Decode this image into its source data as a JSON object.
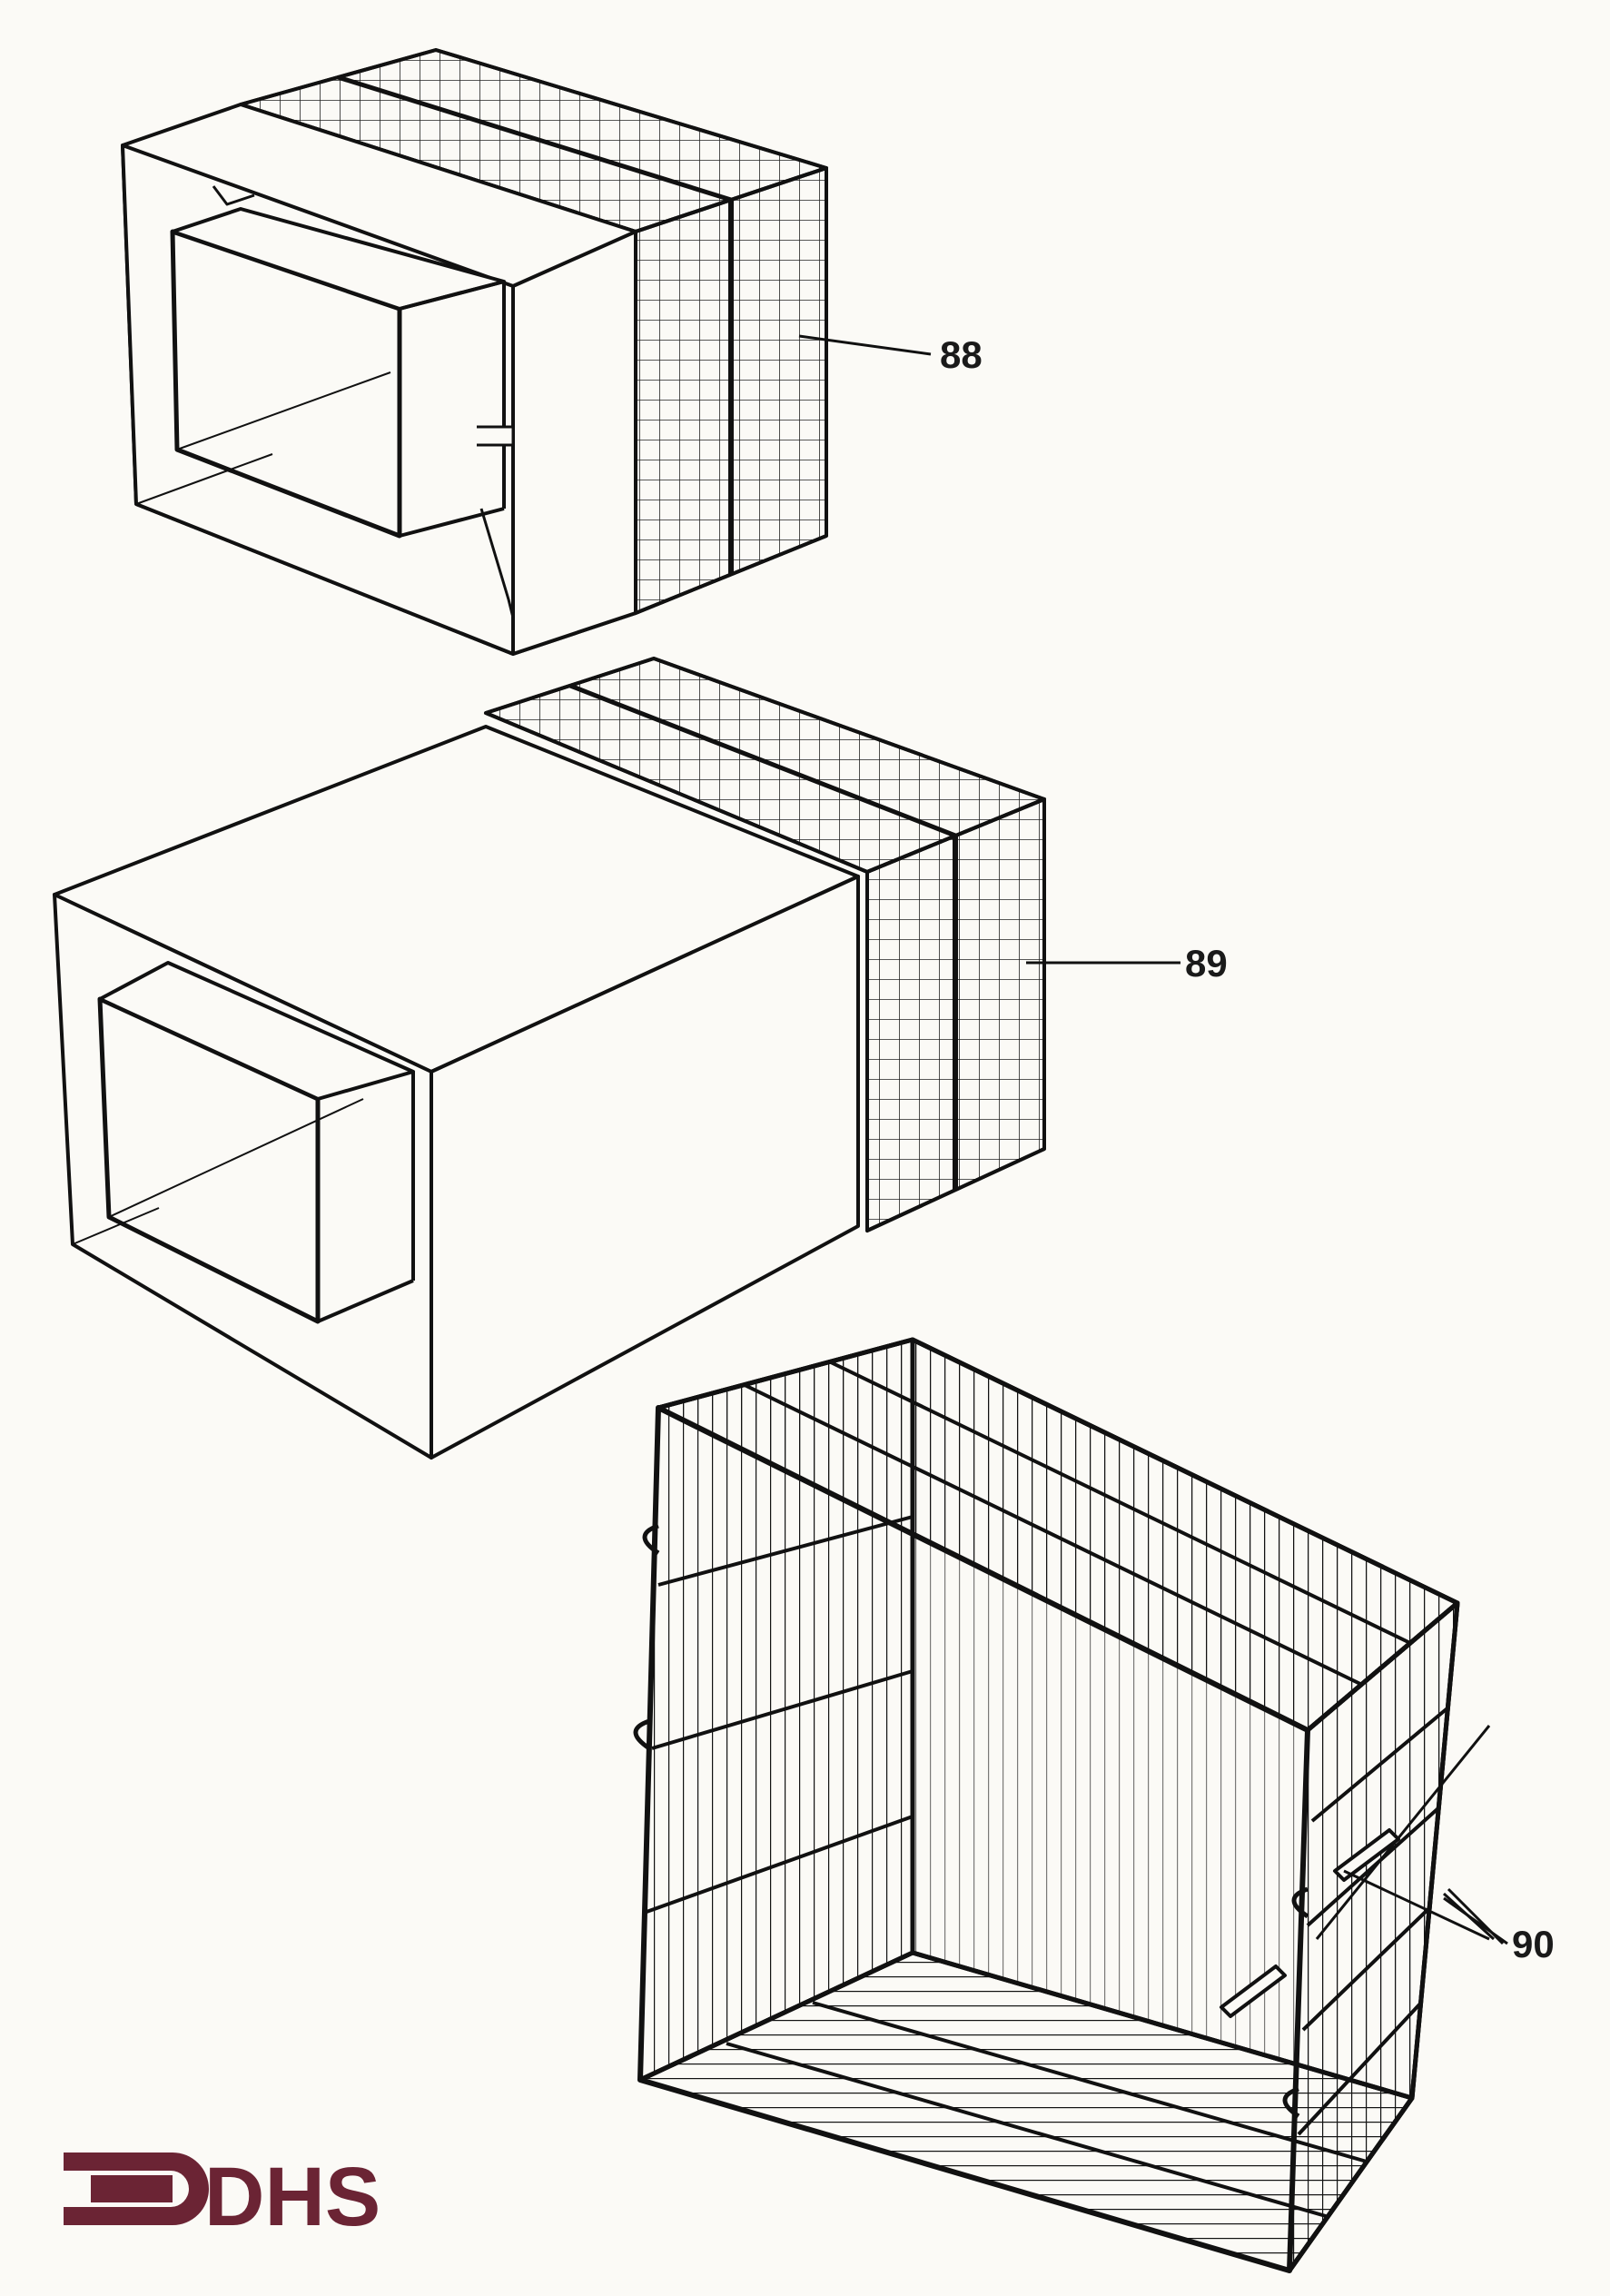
{
  "diagram": {
    "parts": [
      {
        "id": "part-88",
        "label": "88"
      },
      {
        "id": "part-89",
        "label": "89"
      },
      {
        "id": "part-90",
        "label": "90"
      }
    ]
  },
  "logo": {
    "text": "DHS",
    "color": "#6b2434"
  }
}
